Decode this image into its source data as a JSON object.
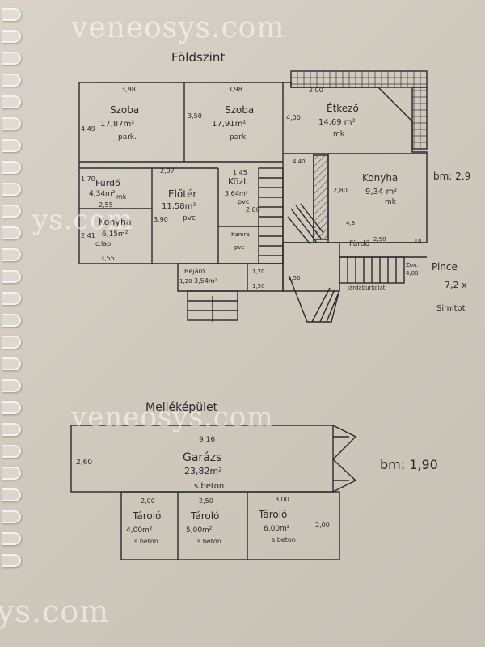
{
  "watermark": {
    "top": "veneosys.com",
    "mid": "ys.com",
    "lower": "veneosys.com",
    "bottom": "ys.com"
  },
  "ground_floor": {
    "title": "Földszint",
    "height_note": "bm: 2,9",
    "pince_label": "Pince",
    "pince_dims": "7,2 x",
    "pince_note": "Simitot",
    "rooms": [
      {
        "id": "szoba1",
        "name": "Szoba",
        "area": "17,87m²",
        "floor": "park."
      },
      {
        "id": "szoba2",
        "name": "Szoba",
        "area": "17,91m²",
        "floor": "park."
      },
      {
        "id": "etkezo",
        "name": "Étkező",
        "area": "14,69 m²",
        "floor": "mk"
      },
      {
        "id": "furdo1",
        "name": "Fürdő",
        "area": "4,34m²",
        "floor": "mk"
      },
      {
        "id": "eloter",
        "name": "Előtér",
        "area": "11,58m²",
        "floor": "pvc"
      },
      {
        "id": "kozl",
        "name": "Közl.",
        "area": "3,64m²",
        "floor": "pvc"
      },
      {
        "id": "konyha1",
        "name": "Konyha",
        "area": "9,34 m²",
        "floor": "mk"
      },
      {
        "id": "konyha2",
        "name": "Konyha",
        "area": "6,15m²",
        "floor": "c.lap"
      },
      {
        "id": "kamra",
        "name": "Kamra",
        "area": "",
        "floor": "pvc"
      },
      {
        "id": "furdo2",
        "name": "Fürdő",
        "area": "",
        "floor": ""
      },
      {
        "id": "bejaro",
        "name": "Bejáró",
        "area": "3,54m²",
        "floor": ""
      },
      {
        "id": "zon",
        "name": "Zon.",
        "area": "",
        "floor": ""
      }
    ],
    "dims": {
      "d1": "3,98",
      "d2": "3,98",
      "d3": "2,00",
      "d4": "3,50",
      "d5": "4,49",
      "d6": "4,00",
      "d7": "2,97",
      "d8": "1,70",
      "d9": "2,55",
      "d10": "2,41",
      "d11": "3,55",
      "d12": "3,90",
      "d13": "2,80",
      "d14": "1,45",
      "d15": "2,00",
      "d16": "1,70",
      "d17": "1,50",
      "d18": "4,40",
      "d19": "2,50",
      "d20": "1,20",
      "d21": "1,50",
      "d22": "4,3",
      "d23": "1,10",
      "d24": "4,00"
    },
    "pavement": "járdaburkolat"
  },
  "annex": {
    "title": "Melléképület",
    "height_note": "bm: 1,90",
    "dims": {
      "width": "9,16",
      "height": "2,60",
      "t1": "2,00",
      "t2": "2,50",
      "t3": "3,00",
      "t4": "2,00"
    },
    "rooms": [
      {
        "id": "garazs",
        "name": "Garázs",
        "area": "23,82m²",
        "floor": "s.beton"
      },
      {
        "id": "tarolo1",
        "name": "Tároló",
        "area": "4,00m²",
        "floor": "s.beton"
      },
      {
        "id": "tarolo2",
        "name": "Tároló",
        "area": "5,00m²",
        "floor": "s.beton"
      },
      {
        "id": "tarolo3",
        "name": "Tároló",
        "area": "6,00m²",
        "floor": "s.beton"
      }
    ]
  }
}
